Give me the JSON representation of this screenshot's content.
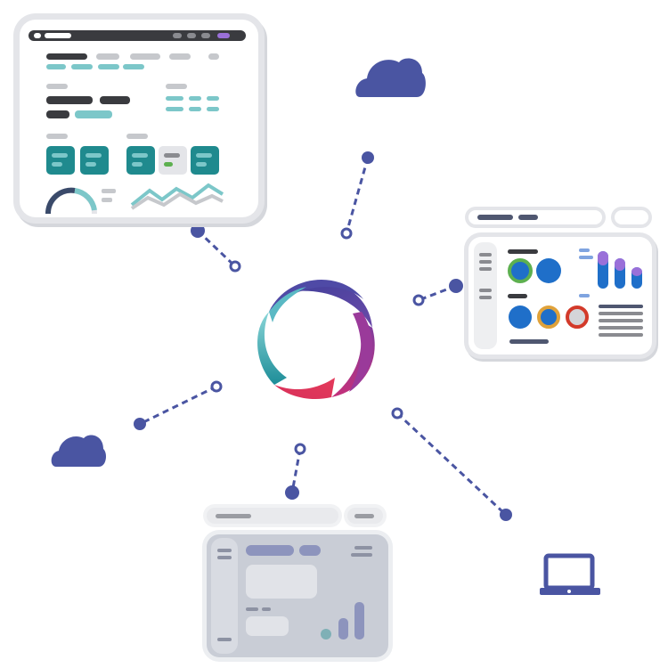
{
  "diagram": {
    "type": "hub-and-spoke",
    "colors": {
      "accent_navy": "#4a55a2",
      "teal": "#1f8a8e",
      "light_teal": "#7cc7c9",
      "dark_bar": "#3a3b3f",
      "gray_bar": "#c6c8cc",
      "blue": "#1f6fc9",
      "purple": "#9a70d9",
      "green_ring": "#5db050",
      "orange_ring": "#e0a23a",
      "red_ring": "#d33a2a",
      "card_border": "#e4e5e9",
      "panel_gray": "#c9cdd6"
    },
    "hub": {
      "icon": "swirl-logo-icon"
    },
    "nodes": [
      {
        "id": "dashboard-analytics",
        "icon": "dashboard-window-icon"
      },
      {
        "id": "cloud-top",
        "icon": "cloud-icon"
      },
      {
        "id": "dashboard-charts",
        "icon": "chart-window-icon"
      },
      {
        "id": "cloud-left",
        "icon": "cloud-icon"
      },
      {
        "id": "dashboard-muted",
        "icon": "app-window-icon"
      },
      {
        "id": "laptop",
        "icon": "laptop-icon"
      }
    ]
  }
}
